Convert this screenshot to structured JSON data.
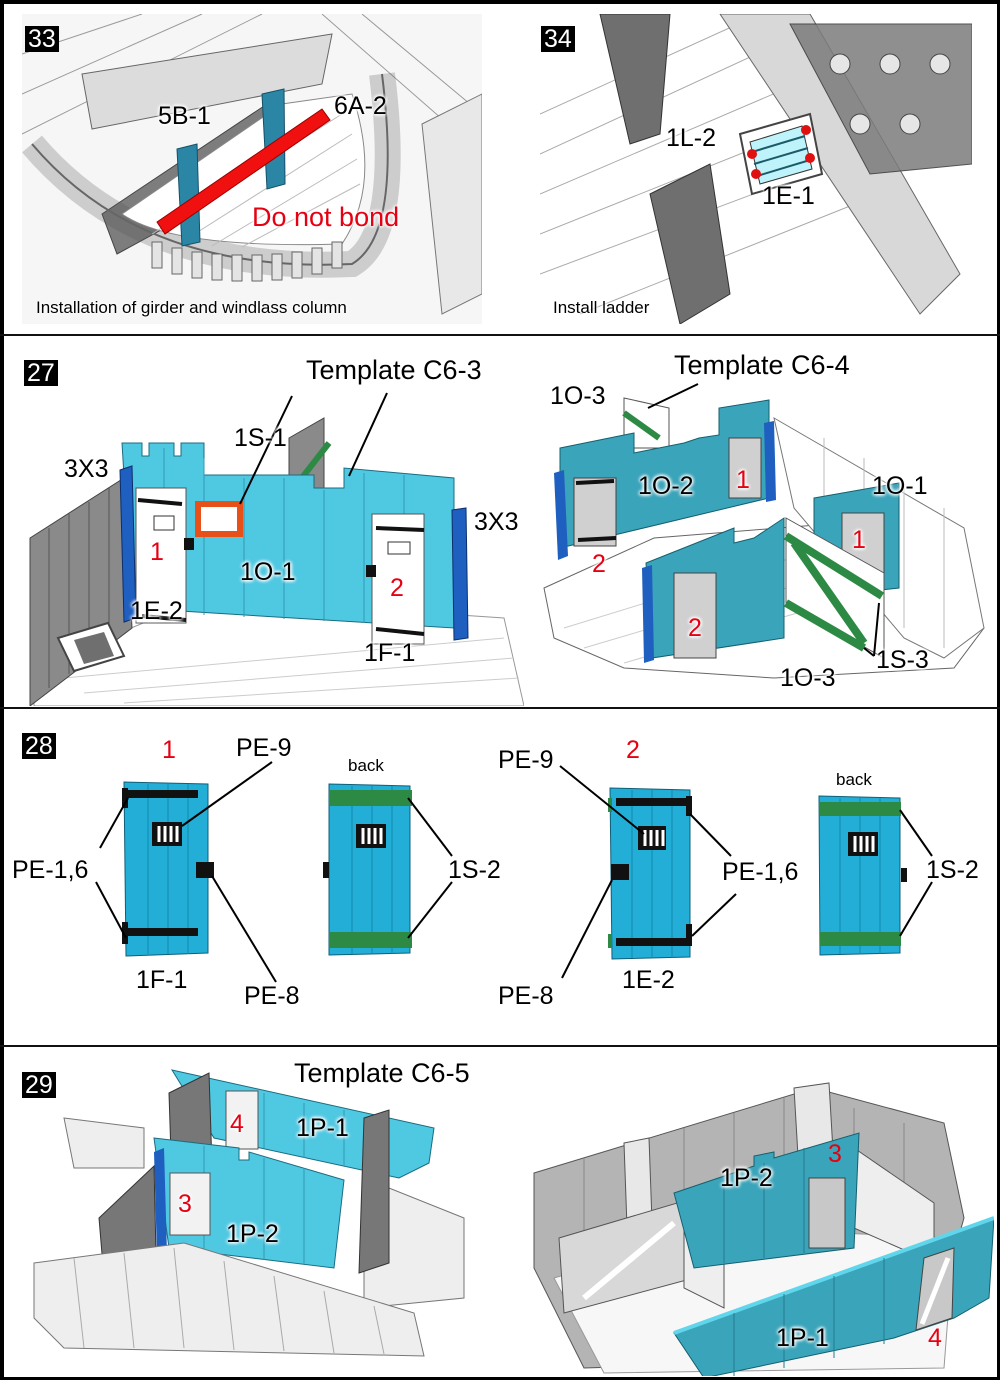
{
  "colors": {
    "part_cyan": "#4fc8e2",
    "part_teal": "#3aa4ba",
    "door_blue": "#22aed6",
    "strip_blue": "#1f5fbf",
    "girder_red": "#f01010",
    "column_teal": "#2b86a6",
    "frame_orange": "#e8501a",
    "brace_green": "#2d8a44",
    "hull_gray": "#c8c8c8",
    "dark_gray": "#707070",
    "callout_red": "#e60012"
  },
  "steps": [
    {
      "number": "33",
      "caption": "Installation of girder and windlass column",
      "labels": {
        "column": "5B-1",
        "girder": "6A-2"
      },
      "warning": "Do not bond"
    },
    {
      "number": "34",
      "caption": "Install ladder",
      "labels": {
        "ladder": "1L-2",
        "hatch": "1E-1"
      }
    },
    {
      "number": "27",
      "left": {
        "template": "Template  C6-3",
        "labels": {
          "strip_left": "3X3",
          "strip_right": "3X3",
          "window_frame": "1S-1",
          "wall": "1O-1",
          "door_left": "1E-2",
          "door_right": "1F-1"
        },
        "door_numbers": [
          "1",
          "2"
        ]
      },
      "right": {
        "template": "Template  C6-4",
        "labels": {
          "back_panel": "1O-3",
          "wall_back": "1O-2",
          "wall_side": "1O-1",
          "front_panel": "1O-3",
          "braces": "1S-3"
        },
        "door_numbers": [
          "1",
          "2",
          "2",
          "1"
        ]
      }
    },
    {
      "number": "28",
      "door1": {
        "number": "1",
        "part": "1F-1",
        "back_label": "back",
        "labels": {
          "grille": "PE-9",
          "hinges": "PE-1,6",
          "latch": "PE-8",
          "battens": "1S-2"
        }
      },
      "door2": {
        "number": "2",
        "part": "1E-2",
        "back_label": "back",
        "labels": {
          "grille": "PE-9",
          "hinges": "PE-1,6",
          "latch": "PE-8",
          "battens": "1S-2"
        }
      }
    },
    {
      "number": "29",
      "template": "Template  C6-5",
      "left": {
        "labels": {
          "wall_back": "1P-1",
          "wall_front": "1P-2"
        },
        "door_numbers": [
          "4",
          "3"
        ]
      },
      "right": {
        "labels": {
          "wall_back": "1P-2",
          "wall_front": "1P-1"
        },
        "door_numbers": [
          "3",
          "4"
        ]
      }
    }
  ]
}
